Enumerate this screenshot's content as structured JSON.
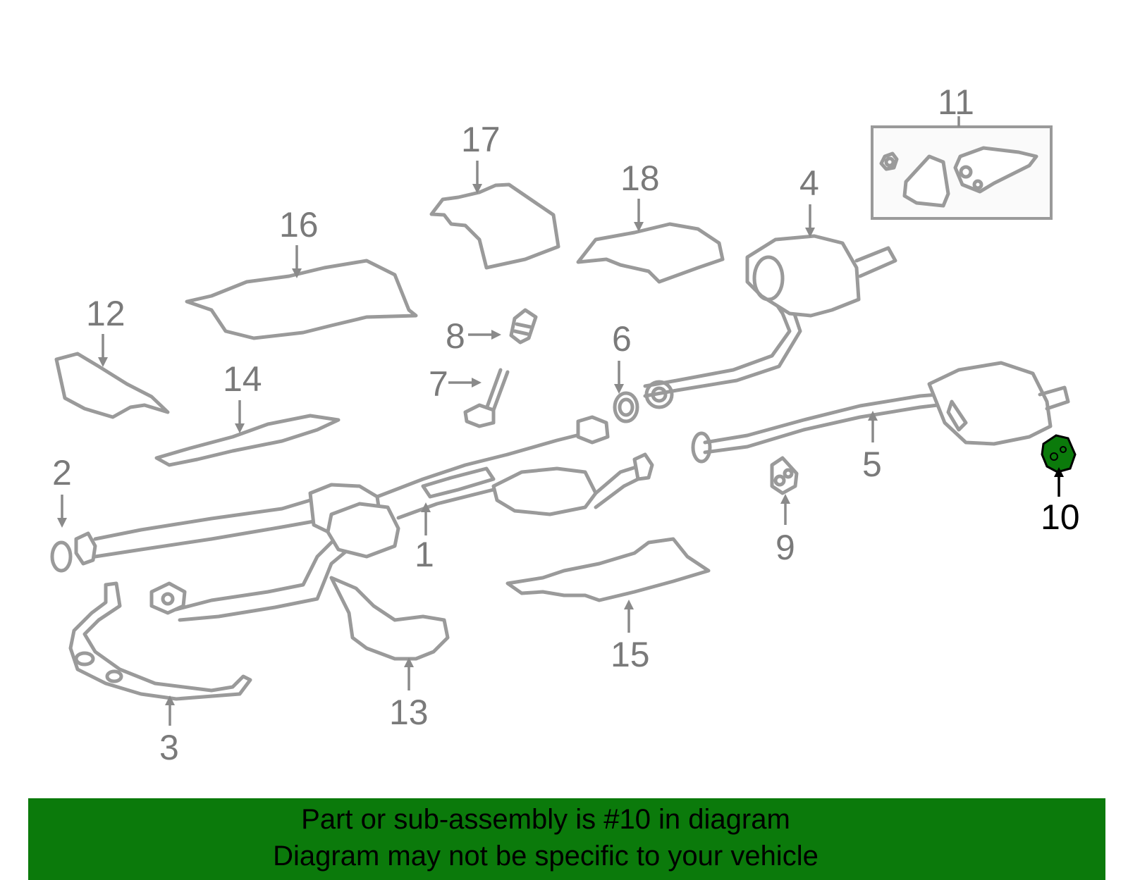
{
  "diagram": {
    "callouts": [
      "1",
      "2",
      "3",
      "4",
      "5",
      "6",
      "7",
      "8",
      "9",
      "10",
      "11",
      "12",
      "13",
      "14",
      "15",
      "16",
      "17",
      "18"
    ],
    "highlighted_callout": "10",
    "highlight_color": "#0b7a0b"
  },
  "banner": {
    "line1": "Part or sub-assembly is #10 in diagram",
    "line2": "Diagram may not be specific to your vehicle",
    "background": "#0b7a0b"
  }
}
